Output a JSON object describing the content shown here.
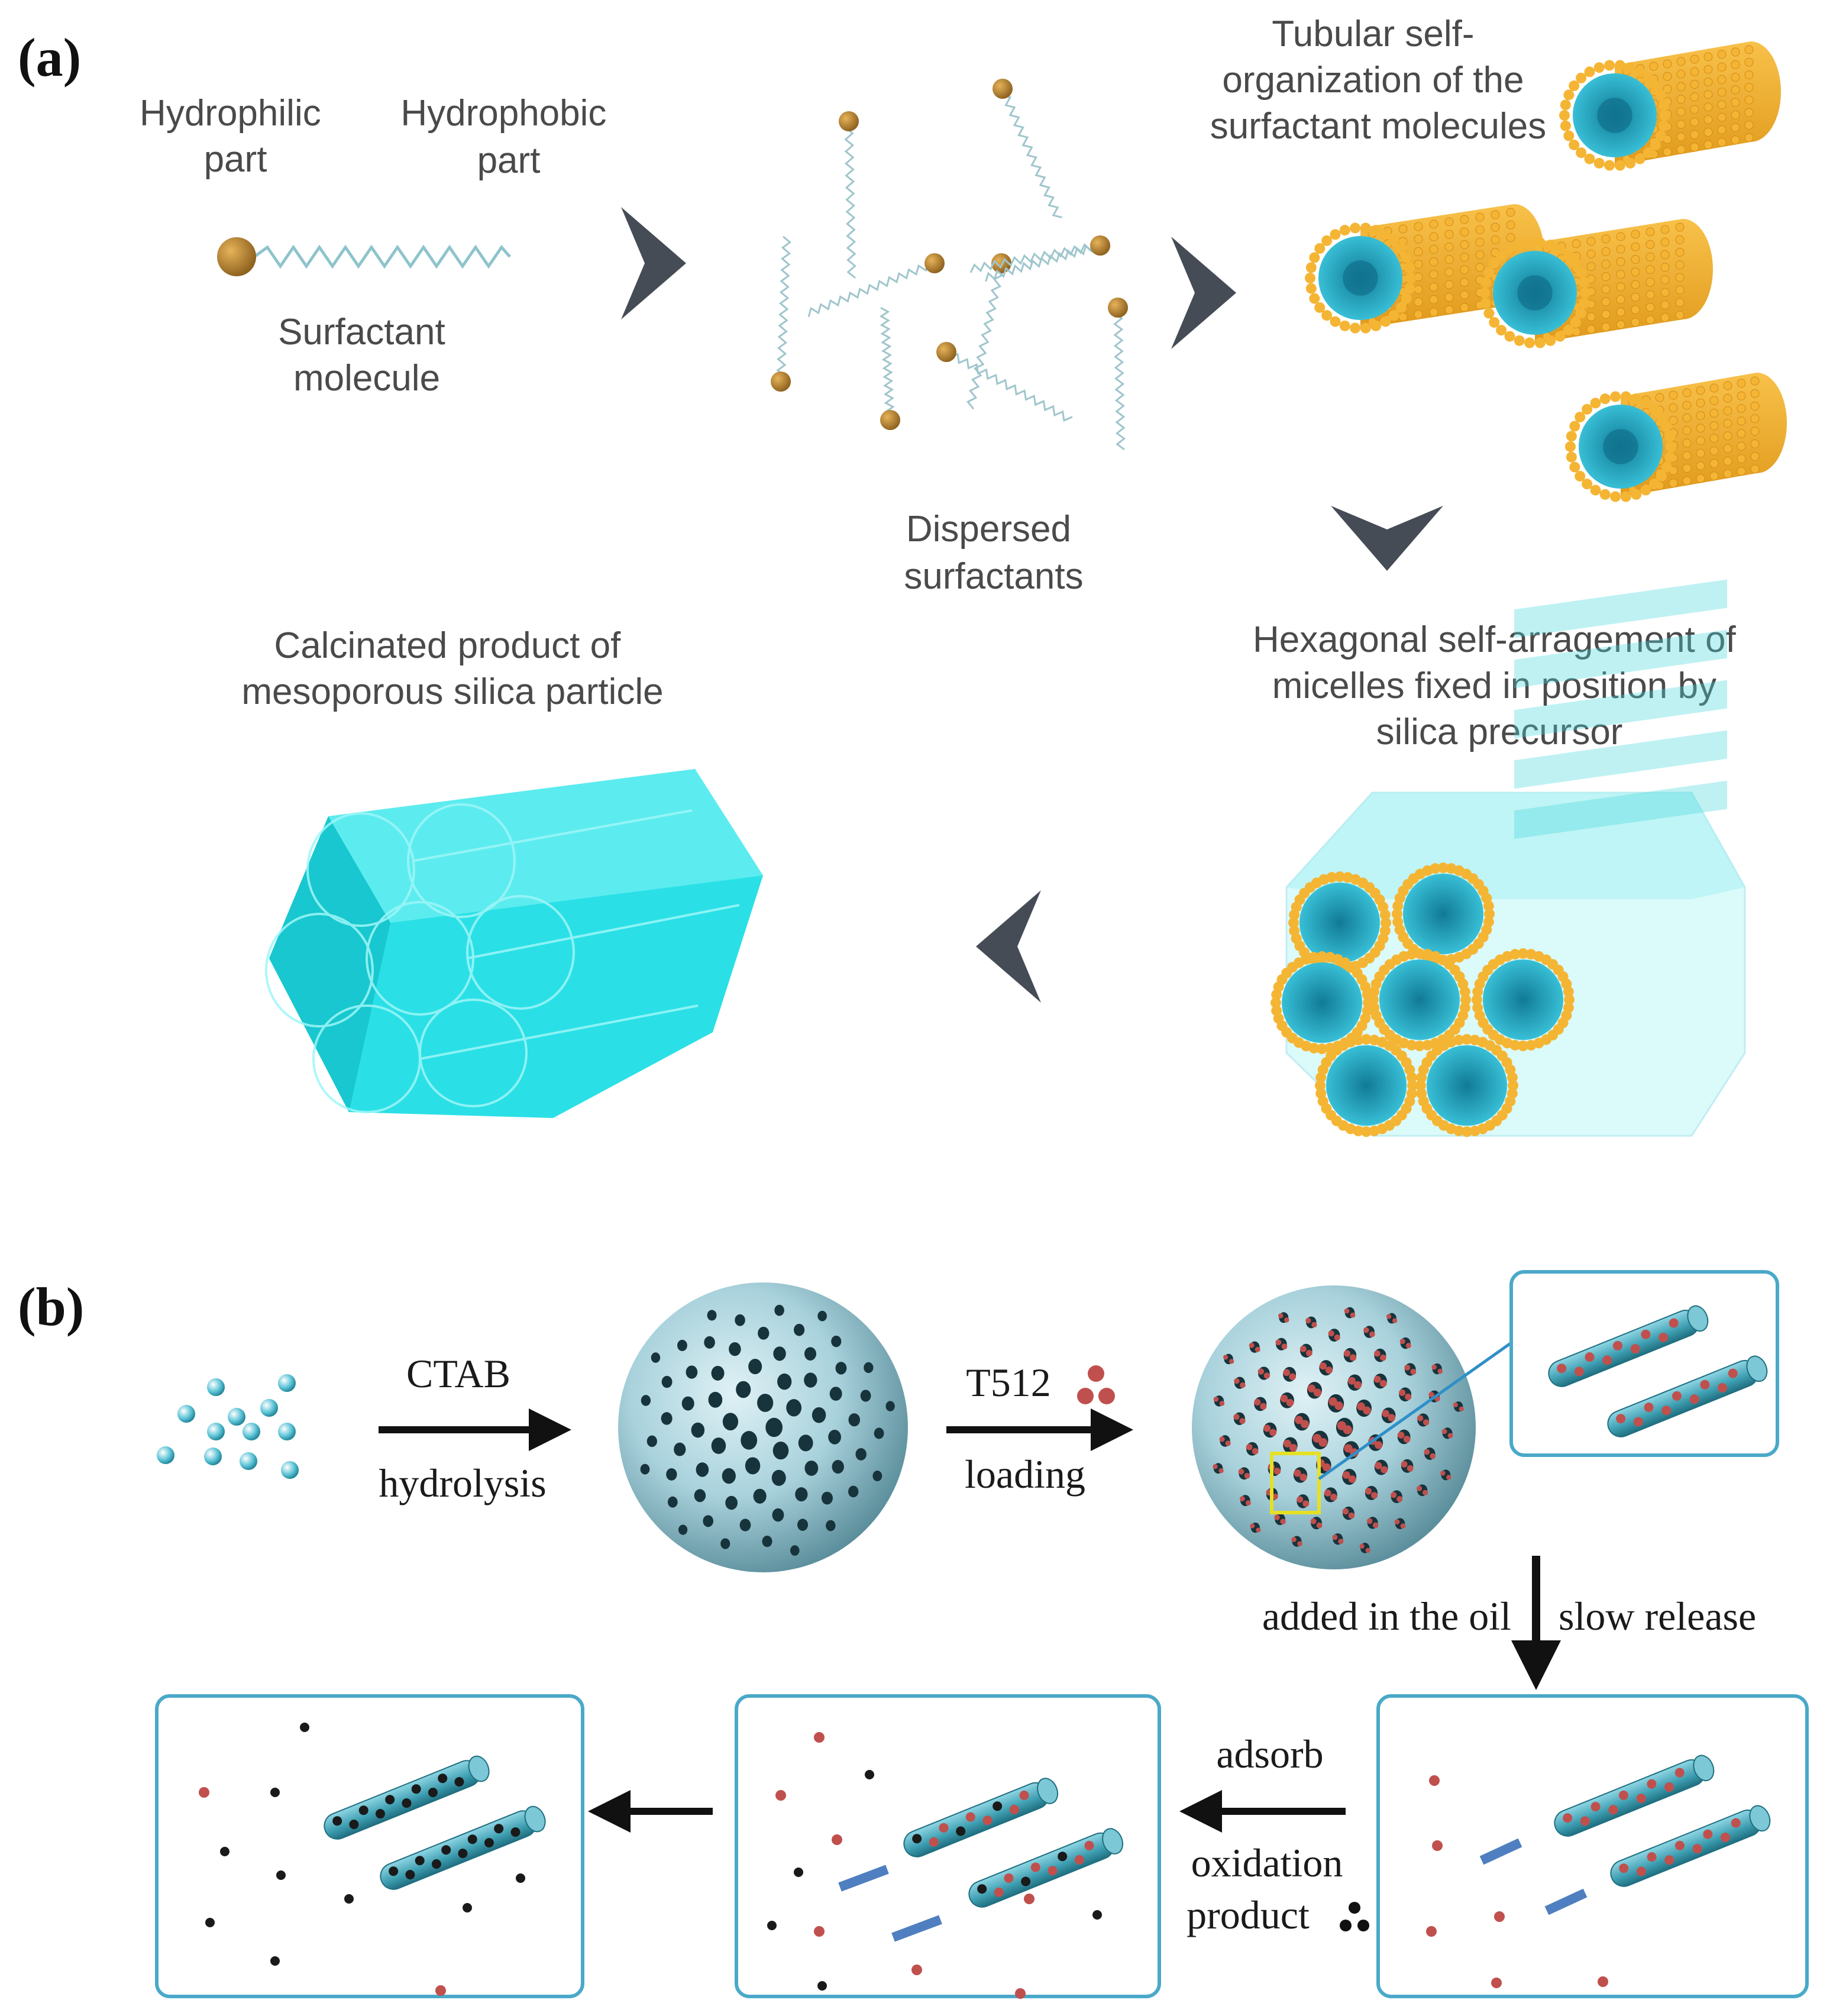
{
  "panel_a": {
    "label": "(a)",
    "hydrophilic": [
      "Hydrophilic",
      "part"
    ],
    "hydrophobic": [
      "Hydrophobic",
      "part"
    ],
    "surfactant_molecule": [
      "Surfactant",
      "molecule"
    ],
    "dispersed": [
      "Dispersed",
      "surfactants"
    ],
    "tubular": [
      "Tubular self-",
      "organization of the",
      "surfactant molecules"
    ],
    "hexagonal": [
      "Hexagonal self-arragement of",
      "micelles fixed in position by",
      "silica precursor"
    ],
    "calcinated": [
      "Calcinated product of",
      "mesoporous silica particle"
    ]
  },
  "panel_b": {
    "label": "(b)",
    "ctab": "CTAB",
    "hydrolysis": "hydrolysis",
    "t512": "T512",
    "loading": "loading",
    "added_in_oil": "added in the oil",
    "slow_release": "slow release",
    "adsorb": "adsorb",
    "oxidation": "oxidation",
    "product": "product"
  },
  "colors": {
    "headgroup": "#a87a2a",
    "gold": "#f2ad2c",
    "cyan": "#2fe3ea",
    "teal_core": "#1e90a8",
    "rod": "#5aa9b8",
    "red_particle": "#c0504d",
    "black_particle": "#1a1a1a",
    "frame": "#4aa9c9",
    "arrow_gray": "#444a52",
    "blue_arrow": "#4f7fc0"
  }
}
